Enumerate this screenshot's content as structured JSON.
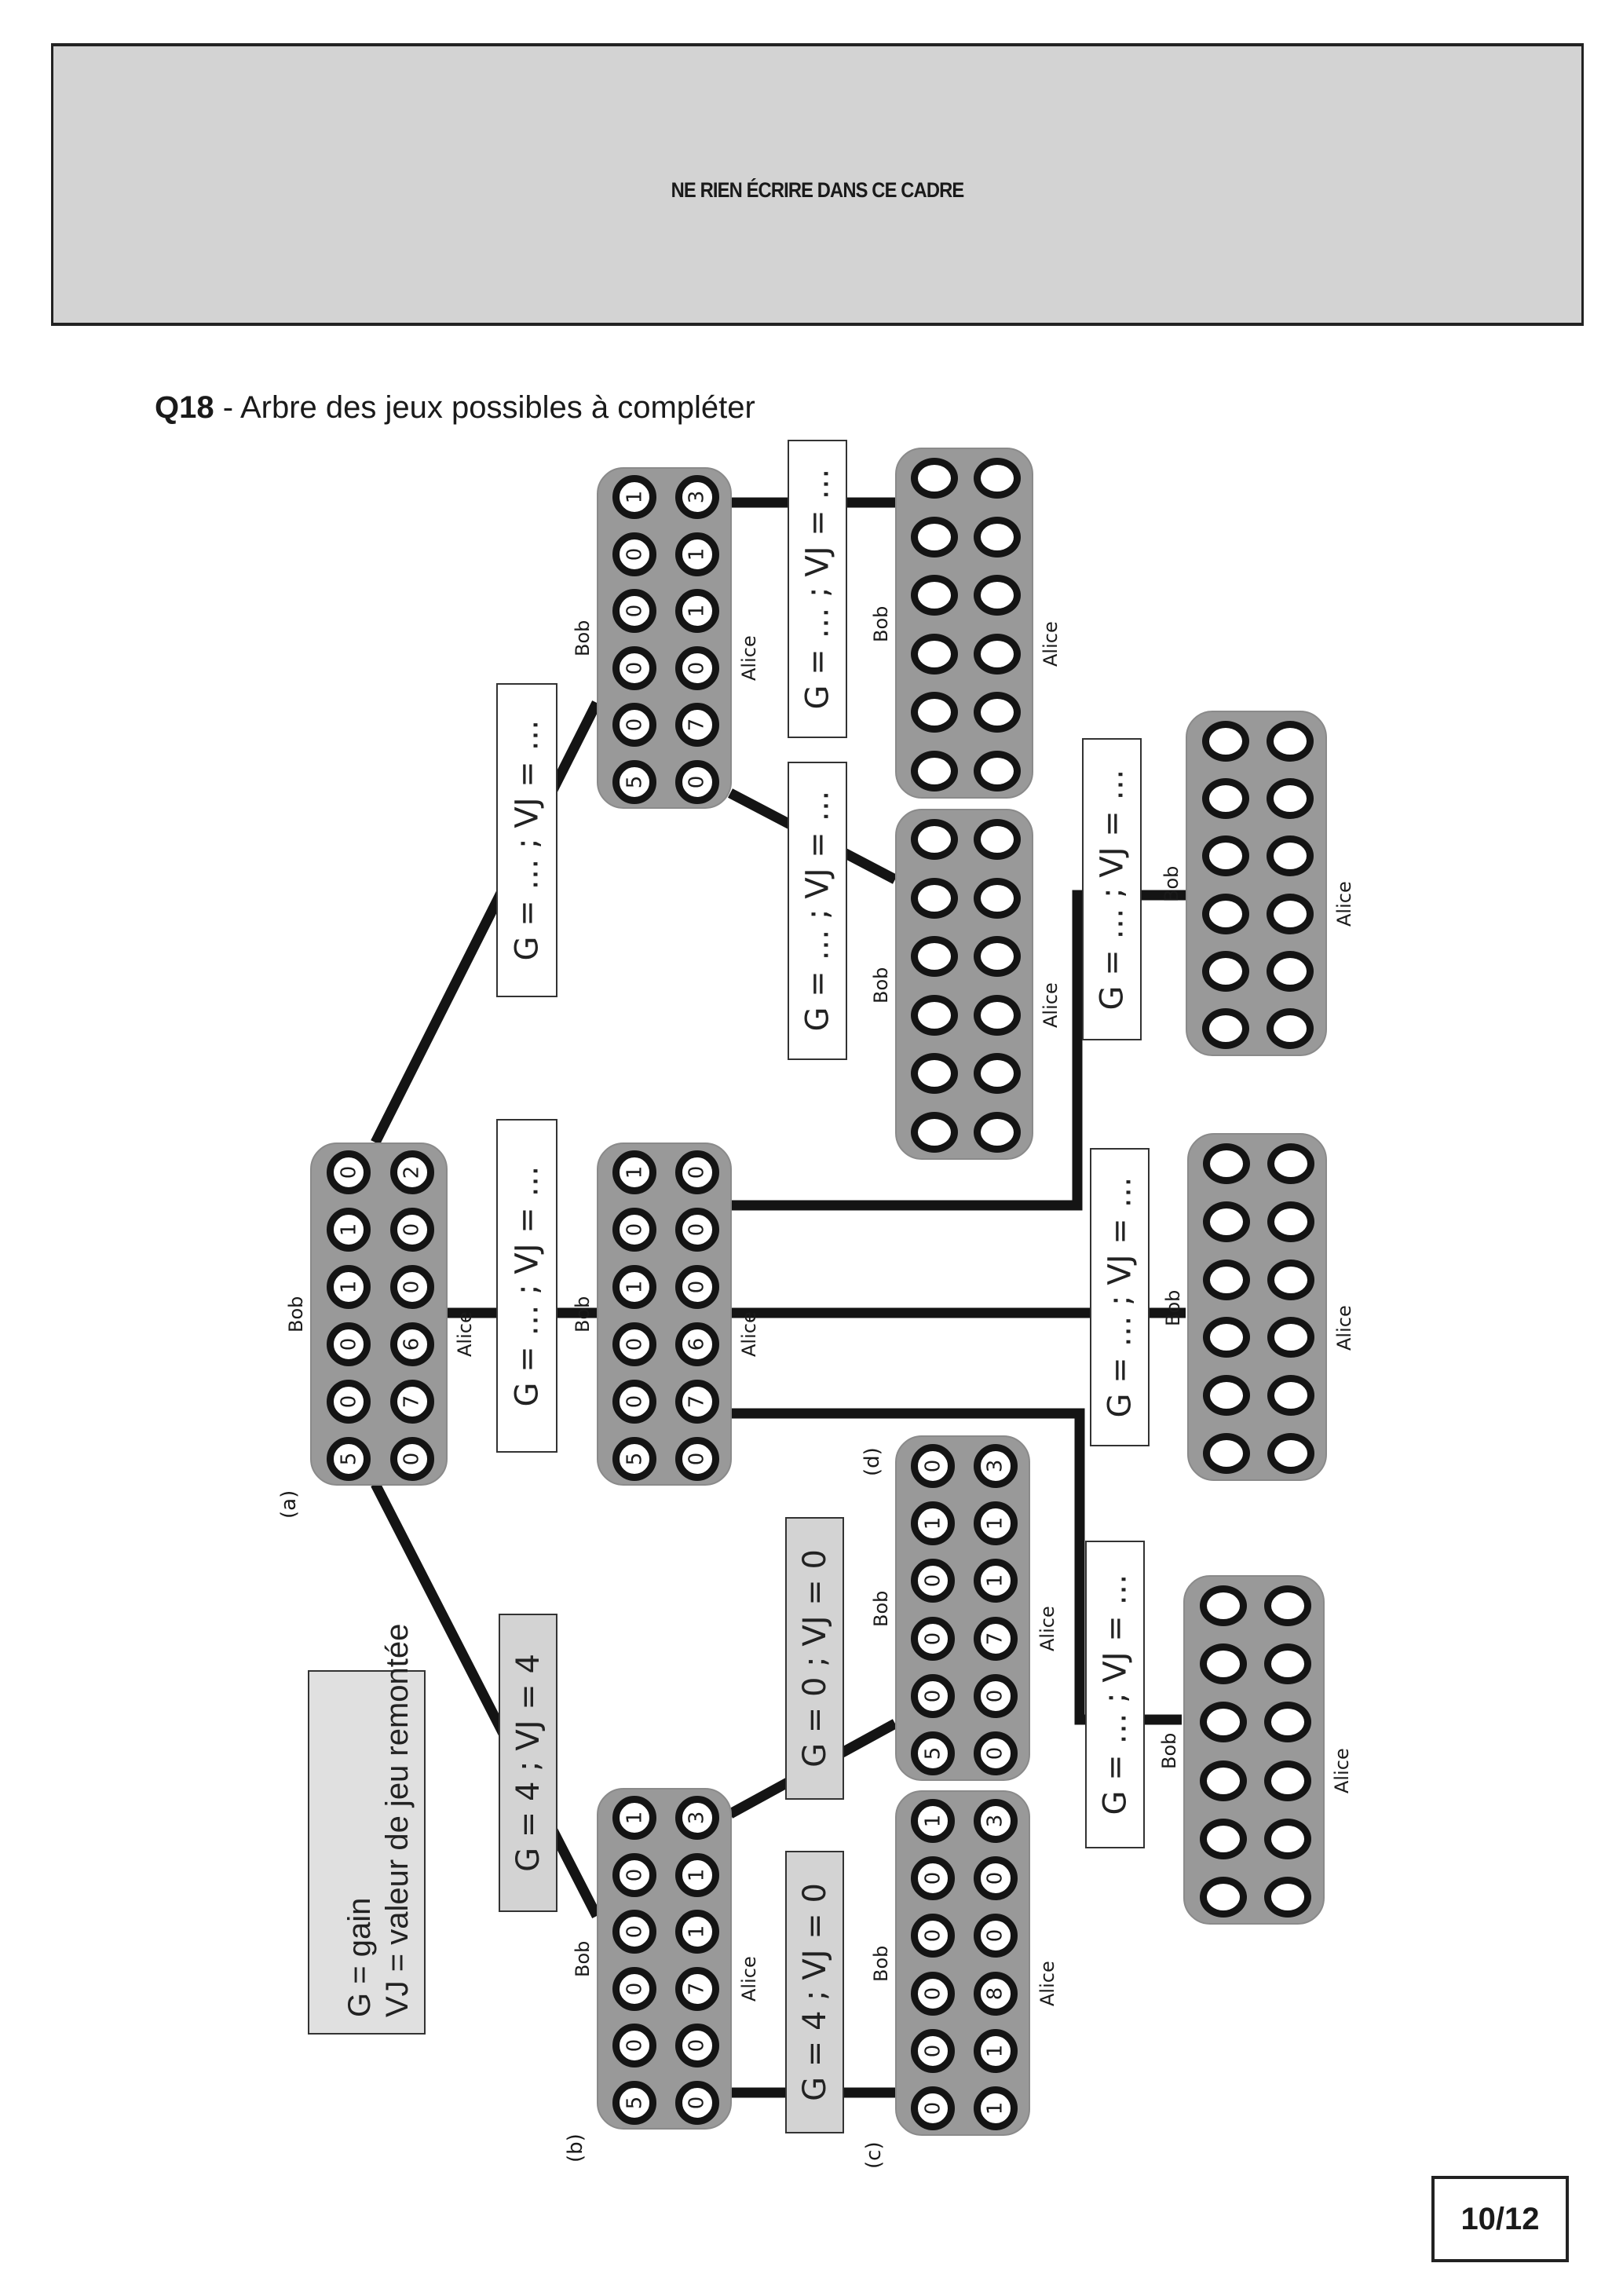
{
  "header": {
    "notice": "NE RIEN ÉCRIRE DANS CE CADRE"
  },
  "question": {
    "number": "Q18",
    "separator": " - ",
    "text": "Arbre des jeux possibles à compléter"
  },
  "legend": {
    "line1": "G = gain",
    "line2": "VJ = valeur de jeu remontée"
  },
  "players": {
    "top": "Bob",
    "bottom": "Alice"
  },
  "nodes": {
    "a": {
      "tag": "(a)",
      "bob": [
        "5",
        "0",
        "0",
        "1",
        "1",
        "0"
      ],
      "alice": [
        "0",
        "7",
        "6",
        "0",
        "0",
        "2"
      ]
    },
    "top": {
      "tag": "",
      "bob": [
        "5",
        "0",
        "0",
        "0",
        "0",
        "1"
      ],
      "alice": [
        "0",
        "7",
        "0",
        "1",
        "1",
        "3"
      ]
    },
    "mid": {
      "tag": "",
      "bob": [
        "5",
        "0",
        "0",
        "1",
        "0",
        "1"
      ],
      "alice": [
        "0",
        "7",
        "6",
        "0",
        "0",
        "0"
      ]
    },
    "b": {
      "tag": "(b)",
      "bob": [
        "5",
        "0",
        "0",
        "0",
        "0",
        "1"
      ],
      "alice": [
        "0",
        "0",
        "7",
        "1",
        "1",
        "3"
      ]
    },
    "c": {
      "tag": "(c)",
      "bob": [
        "0",
        "0",
        "0",
        "0",
        "0",
        "1"
      ],
      "alice": [
        "1",
        "1",
        "8",
        "0",
        "0",
        "3"
      ]
    },
    "d": {
      "tag": "(d)",
      "bob": [
        "5",
        "0",
        "0",
        "0",
        "1",
        "0"
      ],
      "alice": [
        "0",
        "0",
        "7",
        "1",
        "1",
        "3"
      ]
    },
    "e1": {
      "tag": "",
      "bob": [
        "",
        "",
        "",
        "",
        "",
        ""
      ],
      "alice": [
        "",
        "",
        "",
        "",
        "",
        ""
      ]
    },
    "e2": {
      "tag": "",
      "bob": [
        "",
        "",
        "",
        "",
        "",
        ""
      ],
      "alice": [
        "",
        "",
        "",
        "",
        "",
        ""
      ]
    },
    "e3": {
      "tag": "",
      "bob": [
        "",
        "",
        "",
        "",
        "",
        ""
      ],
      "alice": [
        "",
        "",
        "",
        "",
        "",
        ""
      ]
    },
    "e4": {
      "tag": "",
      "bob": [
        "",
        "",
        "",
        "",
        "",
        ""
      ],
      "alice": [
        "",
        "",
        "",
        "",
        "",
        ""
      ]
    },
    "e5": {
      "tag": "",
      "bob": [
        "",
        "",
        "",
        "",
        "",
        ""
      ],
      "alice": [
        "",
        "",
        "",
        "",
        "",
        ""
      ]
    }
  },
  "edge_labels": {
    "a_top": "G = … ; VJ = …",
    "a_mid": "G = … ; VJ = …",
    "a_b": "G = 4 ; VJ = 4",
    "b_c": "G = 4 ; VJ = 0",
    "b_d": "G = 0 ; VJ = 0",
    "top_e1": "G = … ; VJ = …",
    "top_e2": "G = … ; VJ = …",
    "mid_e3": "G = … ; VJ = …",
    "mid_e4": "G = … ; VJ = …",
    "mid_e5": "G = … ; VJ = …"
  },
  "page": {
    "number": "10/12"
  },
  "colors": {
    "node_fill": "#999999",
    "header_fill": "#d3d3d3",
    "filled_label": "#d3d3d3",
    "line": "#141414"
  }
}
